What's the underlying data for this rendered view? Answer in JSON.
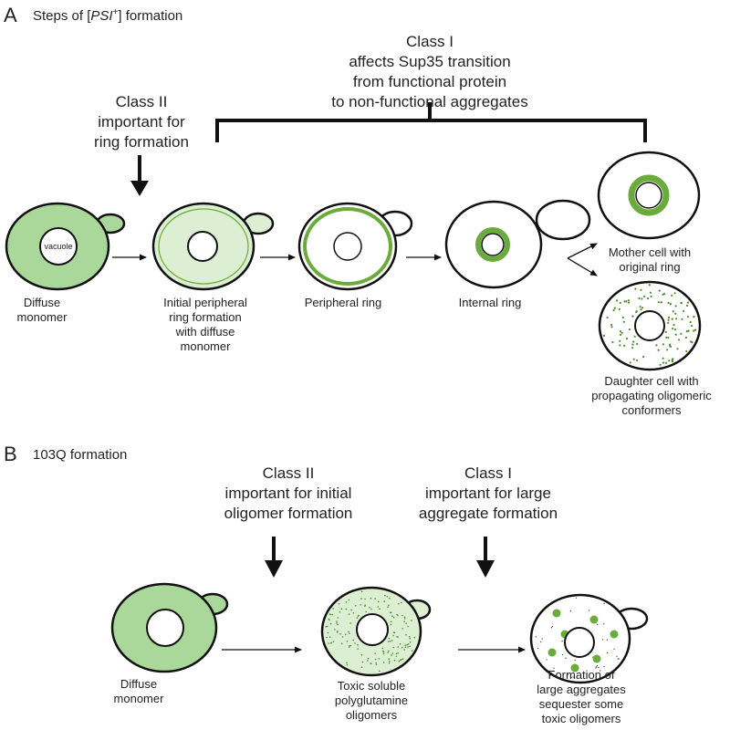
{
  "colors": {
    "diffuse": "#a9d89a",
    "pale": "#dcefd3",
    "ring": "#6aab3b",
    "dot": "#4a8f2a",
    "outline": "#111111",
    "ink": "#222222"
  },
  "panel_a": {
    "letter": "A",
    "heading_prefix": "Steps of [",
    "heading_italic": "PSI",
    "heading_sup": "+",
    "heading_suffix": "] formation",
    "class1_lines": [
      "Class I",
      "affects Sup35 transition",
      "from functional protein",
      "to non-functional aggregates"
    ],
    "class2_lines": [
      "Class II",
      "important for",
      "ring formation"
    ],
    "vacuole_label": "vacuole",
    "captions": {
      "diffuse": [
        "Diffuse",
        "monomer"
      ],
      "initial": [
        "Initial peripheral",
        "ring formation",
        "with diffuse",
        "monomer"
      ],
      "peripheral": [
        "Peripheral ring"
      ],
      "internal": [
        "Internal ring"
      ],
      "mother": [
        "Mother cell with",
        "original ring"
      ],
      "daughter": [
        "Daughter cell with",
        "propagating oligomeric",
        "conformers"
      ]
    }
  },
  "panel_b": {
    "letter": "B",
    "heading": "103Q formation",
    "class2_lines": [
      "Class II",
      "important for initial",
      "oligomer formation"
    ],
    "class1_lines": [
      "Class I",
      "important for large",
      "aggregate formation"
    ],
    "captions": {
      "diffuse": [
        "Diffuse",
        "monomer"
      ],
      "toxic": [
        "Toxic soluble",
        "polyglutamine",
        "oligomers"
      ],
      "large": [
        "Formation of",
        "large aggregates",
        "sequester some",
        "toxic oligomers"
      ]
    }
  }
}
